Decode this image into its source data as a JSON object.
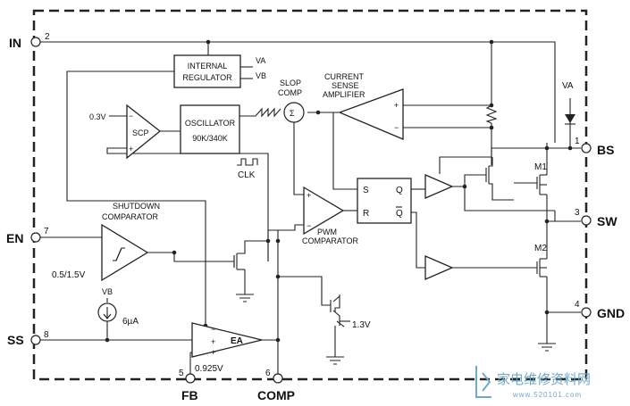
{
  "pins": {
    "in": {
      "name": "IN",
      "num": "2"
    },
    "en": {
      "name": "EN",
      "num": "7"
    },
    "ss": {
      "name": "SS",
      "num": "8"
    },
    "fb": {
      "name": "FB",
      "num": "5"
    },
    "comp": {
      "name": "COMP",
      "num": "6"
    },
    "bs": {
      "name": "BS",
      "num": "1"
    },
    "sw": {
      "name": "SW",
      "num": "3"
    },
    "gnd": {
      "name": "GND",
      "num": "4"
    }
  },
  "blocks": {
    "regulator": {
      "line1": "INTERNAL",
      "line2": "REGULATOR",
      "out_a": "VA",
      "out_b": "VB"
    },
    "oscillator": {
      "line1": "OSCILLATOR",
      "line2": "90K/340K",
      "clk": "CLK"
    },
    "scp": {
      "name": "SCP",
      "ref": "0.3V"
    },
    "slope": {
      "line1": "SLOP",
      "line2": "COMP"
    },
    "current_sense": {
      "line1": "CURRENT",
      "line2": "SENSE",
      "line3": "AMPLIFIER"
    },
    "latch": {
      "s": "S",
      "r": "R",
      "q": "Q",
      "qbar": "Q"
    },
    "pwm": {
      "line1": "PWM",
      "line2": "COMPARATOR"
    },
    "shutdown": {
      "line1": "SHUTDOWN",
      "line2": "COMPARATOR",
      "thresholds": "0.5/1.5V"
    },
    "ea": {
      "name": "EA",
      "ref": "0.925V"
    },
    "current_source": {
      "supply": "VB",
      "value": "6µA"
    },
    "clamp": {
      "value": "1.3V"
    },
    "va_label": "VA",
    "m1": "M1",
    "m2": "M2"
  },
  "watermark": {
    "title": "家电维修资料网",
    "url": "www.520101.com"
  }
}
